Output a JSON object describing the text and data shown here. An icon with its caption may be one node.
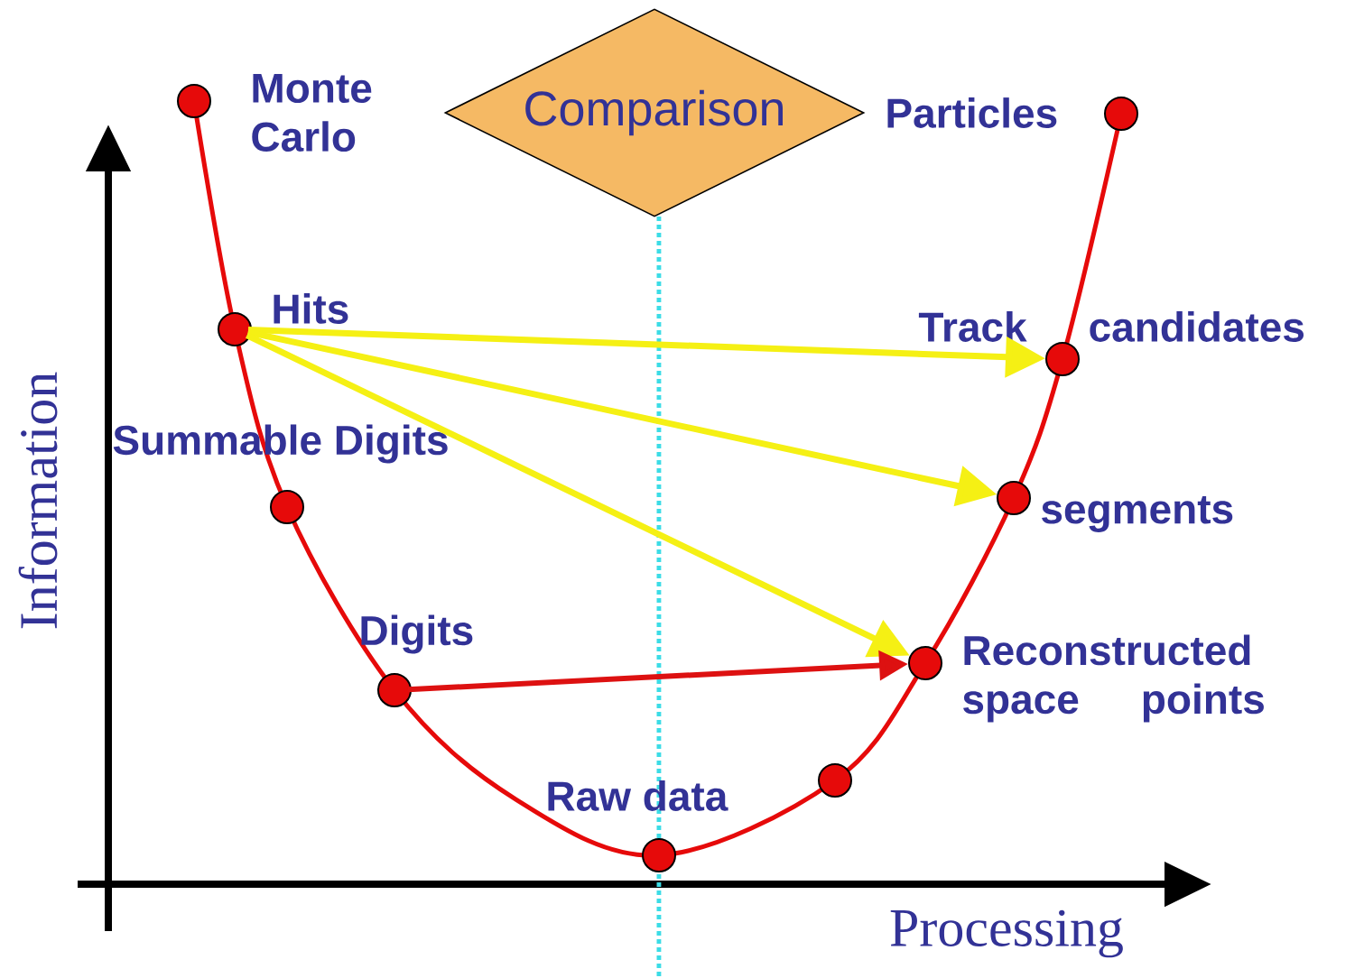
{
  "diagram": {
    "nodes": [
      {
        "text": [
          "Comparison"
        ]
      },
      {
        "text": [],
        "shape": "circle",
        "beside": [
          "Monte Carlo"
        ]
      },
      {
        "text": [],
        "shape": "circle",
        "beside": [
          "Hits"
        ]
      },
      {
        "text": [],
        "shape": "circle",
        "beside": [
          "Summable Digits"
        ]
      },
      {
        "text": [],
        "shape": "circle",
        "beside": [
          "Digits"
        ]
      },
      {
        "text": [],
        "shape": "circle",
        "beside": [
          "Raw data"
        ]
      },
      {
        "text": [],
        "shape": "circle"
      },
      {
        "text": [],
        "shape": "circle",
        "beside": [
          "Reconstructed space points"
        ]
      },
      {
        "text": [],
        "shape": "circle",
        "beside": [
          "segments"
        ]
      },
      {
        "text": [],
        "shape": "circle",
        "beside": [
          "Track candidates"
        ]
      },
      {
        "text": [],
        "shape": "circle",
        "beside": [
          "Particles"
        ]
      }
    ],
    "edges": [
      {
        "from": 2,
        "to": 9,
        "arrow": "to"
      },
      {
        "from": 2,
        "to": 8,
        "arrow": "to"
      },
      {
        "from": 2,
        "to": 7,
        "arrow": "to"
      },
      {
        "from": 4,
        "to": 7,
        "arrow": "to",
        "color": "#dd1111"
      }
    ],
    "labels": [
      "Information",
      "Processing"
    ]
  }
}
